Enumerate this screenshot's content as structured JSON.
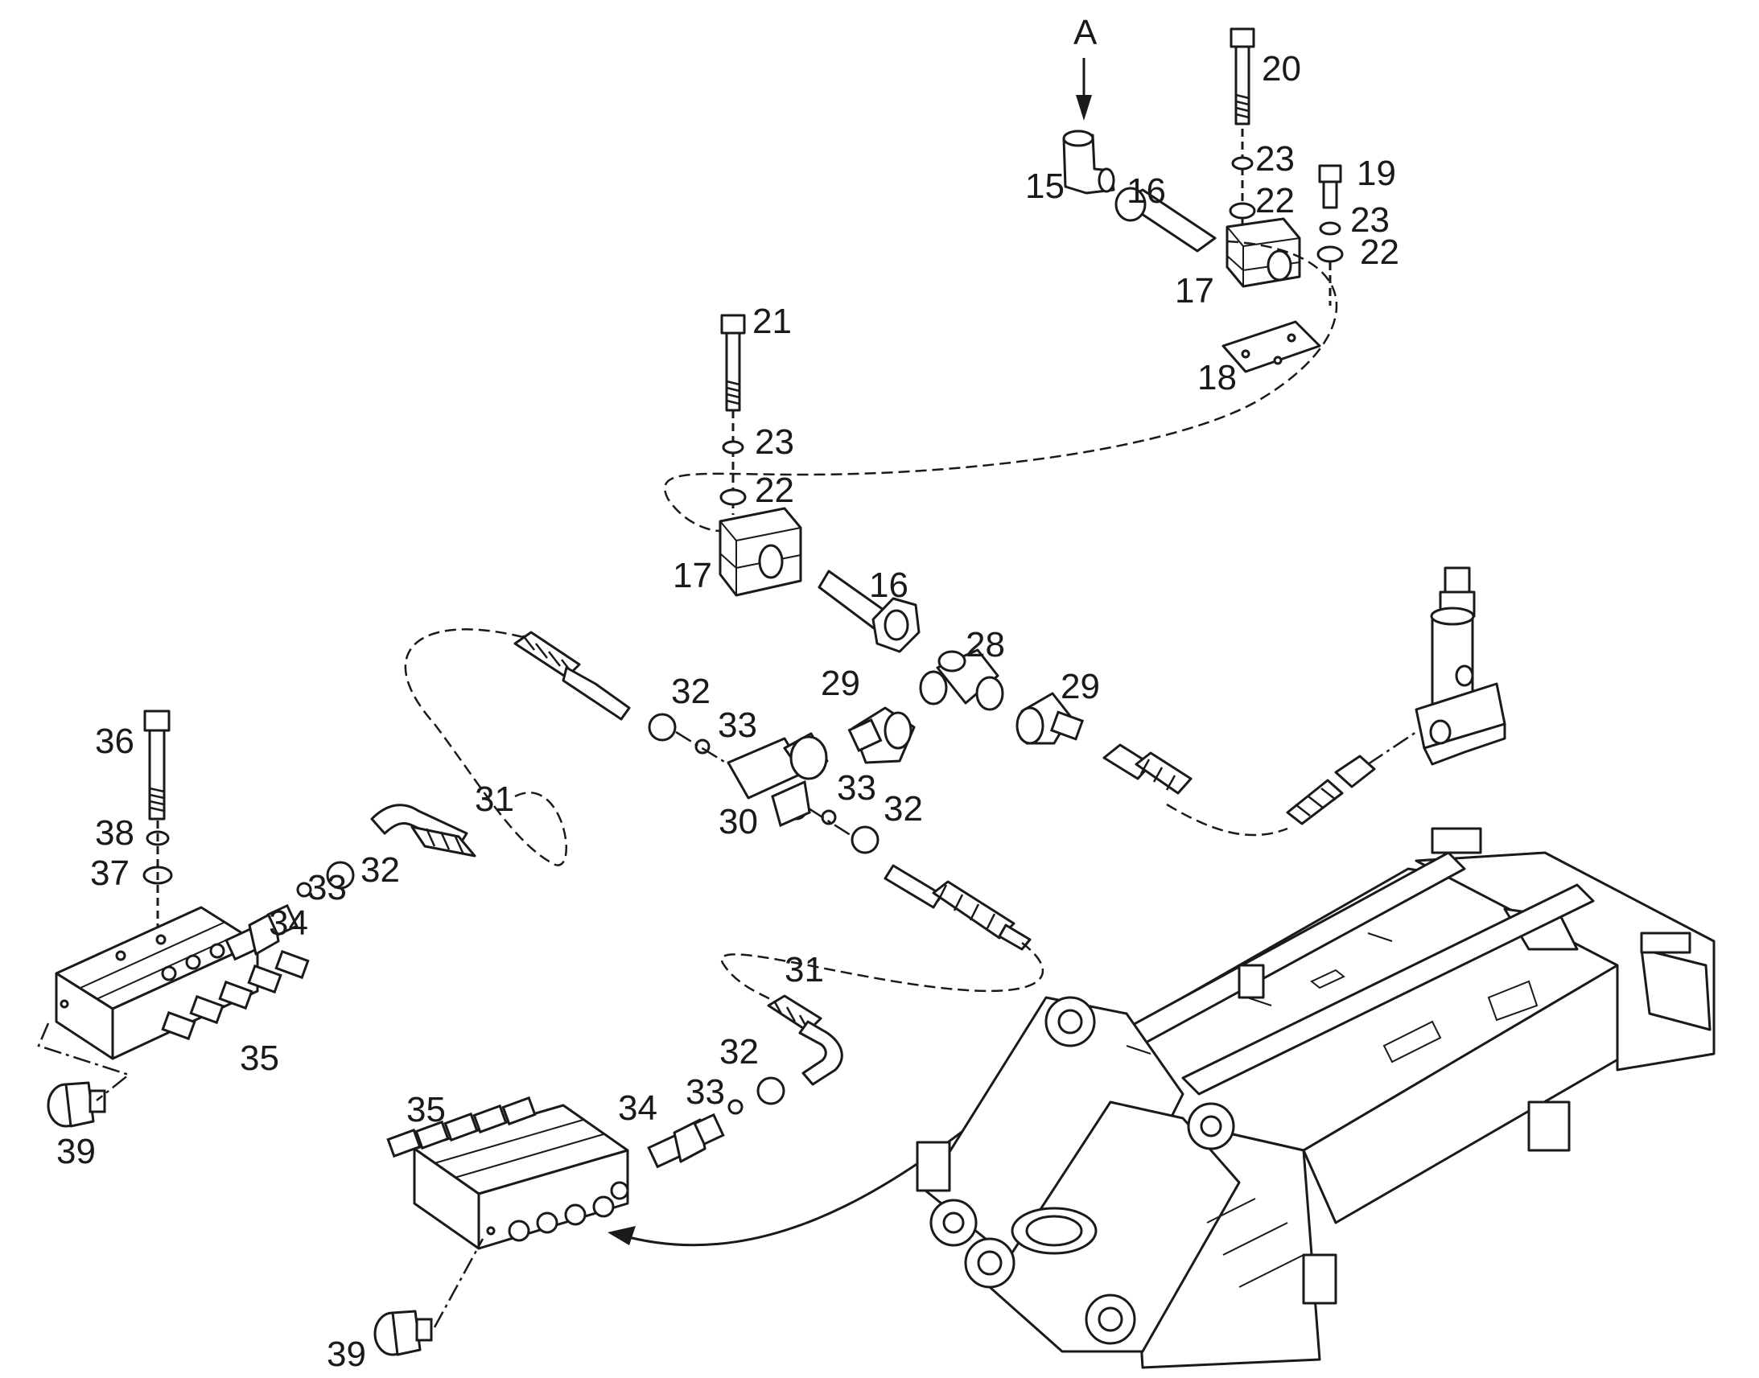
{
  "view_marker": "A",
  "callouts": {
    "c15": "15",
    "c16a": "16",
    "c16b": "16",
    "c17a": "17",
    "c17b": "17",
    "c18": "18",
    "c19": "19",
    "c20": "20",
    "c21": "21",
    "c22a": "22",
    "c22b": "22",
    "c22c": "22",
    "c23a": "23",
    "c23b": "23",
    "c23c": "23",
    "c28": "28",
    "c29a": "29",
    "c29b": "29",
    "c30": "30",
    "c31a": "31",
    "c31b": "31",
    "c32a": "32",
    "c32b": "32",
    "c32c": "32",
    "c32d": "32",
    "c33a": "33",
    "c33b": "33",
    "c33c": "33",
    "c33d": "33",
    "c34a": "34",
    "c34b": "34",
    "c35a": "35",
    "c35b": "35",
    "c36": "36",
    "c37": "37",
    "c38": "38",
    "c39a": "39",
    "c39b": "39"
  }
}
